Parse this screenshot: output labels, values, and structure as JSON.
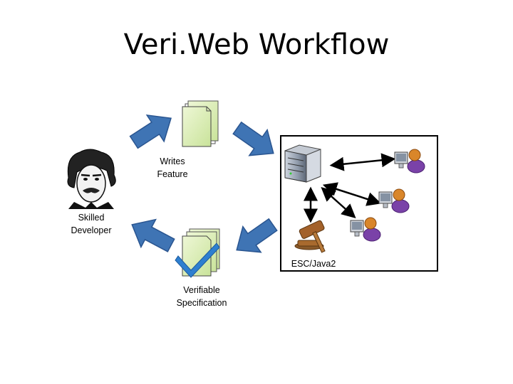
{
  "title": "Veri.Web Workflow",
  "labels": {
    "developer_line1": "Skilled",
    "developer_line2": "Developer",
    "feature_line1": "Writes",
    "feature_line2": "Feature",
    "spec_line1": "Verifiable",
    "spec_line2": "Specification",
    "tool": "ESC/Java2"
  },
  "colors": {
    "arrow_fill": "#3f74b4",
    "arrow_stroke": "#2a5590",
    "document_fill": "#d9edb0",
    "checkmark": "#2e7fd0",
    "gavel": "#9a5a1e",
    "person_head": "#d9862a",
    "person_shirt": "#7a42a8"
  },
  "icons": [
    "developer-portrait-icon",
    "document-stack-icon",
    "checked-document-stack-icon",
    "server-icon",
    "gavel-icon",
    "workstation-user-icon"
  ]
}
